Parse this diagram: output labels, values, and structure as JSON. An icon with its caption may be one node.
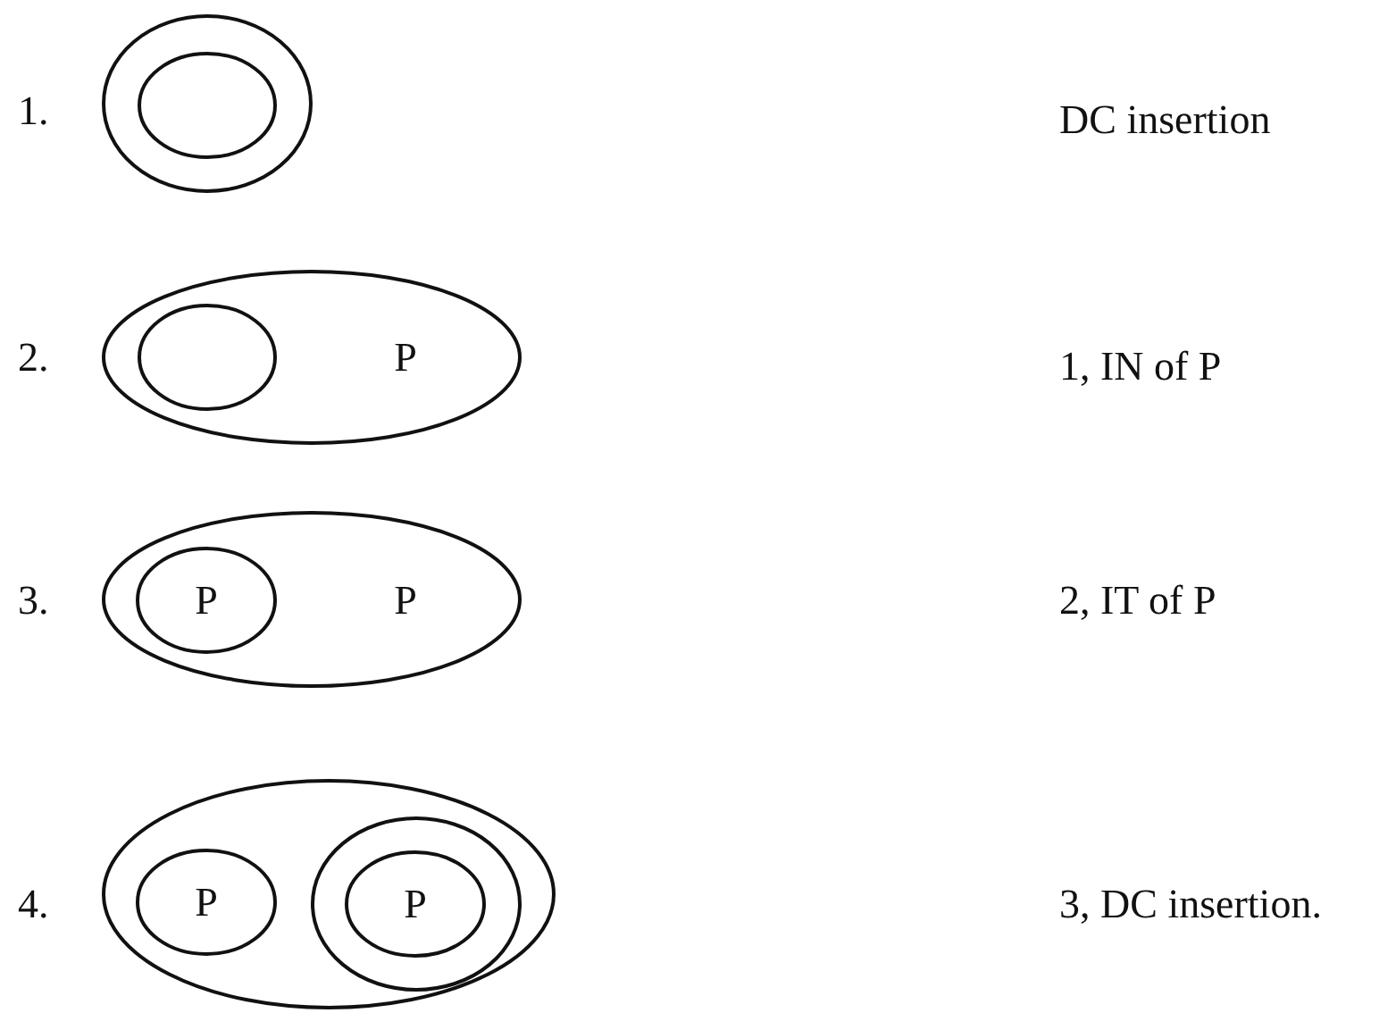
{
  "diagram": {
    "nodes": [
      {
        "text": [],
        "shape": "ellipse"
      },
      {
        "text": [],
        "shape": "ellipse",
        "in": 0
      },
      {
        "text": [
          "P"
        ]
      },
      {
        "text": [],
        "shape": "ellipse",
        "in": 2
      },
      {
        "text": [
          "P"
        ]
      },
      {
        "text": [
          "P"
        ],
        "in": 4
      },
      {
        "text": [],
        "shape": "ellipse"
      },
      {
        "text": [
          "P"
        ],
        "in": 6
      },
      {
        "text": [],
        "shape": "ellipse",
        "in": 6
      },
      {
        "text": [
          "P"
        ],
        "in": 8
      }
    ],
    "labels": [
      "1.",
      "DC insertion",
      "2.",
      "1, IN of P",
      "3.",
      "2, IT of P",
      "4.",
      "3, DC insertion."
    ]
  }
}
